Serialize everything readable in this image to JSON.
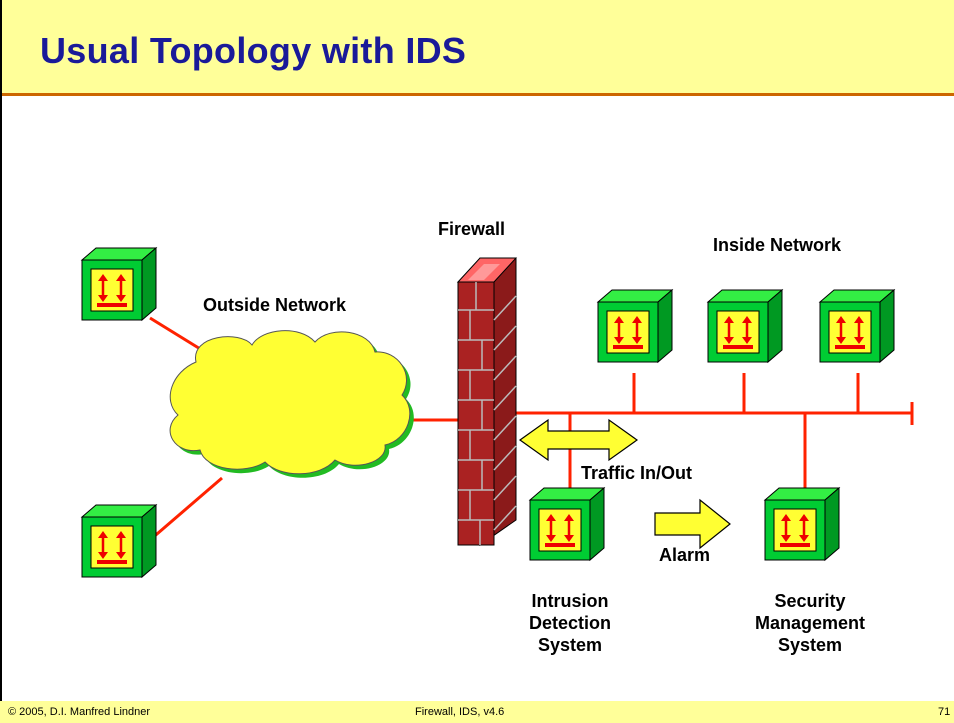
{
  "title": "Usual Topology with IDS",
  "labels": {
    "firewall": "Firewall",
    "outside_network": "Outside Network",
    "inside_network": "Inside Network",
    "traffic": "Traffic In/Out",
    "alarm": "Alarm",
    "ids": [
      "Intrusion",
      "Detection",
      "System"
    ],
    "sms": [
      "Security",
      "Management",
      "System"
    ]
  },
  "footer": {
    "left": "© 2005, D.I. Manfred Lindner",
    "center": "Firewall, IDS, v4.6",
    "page": "71"
  },
  "colors": {
    "title_bg": "#ffff99",
    "title_text": "#1a1a99",
    "title_rule": "#cc6600",
    "link": "#ff2200",
    "host_front": "#00cc33",
    "host_top": "#33ee44",
    "host_side": "#009922",
    "host_screen": "#ffff33",
    "cloud": "#ffff33",
    "brick": "#a52a2a"
  },
  "icons": [
    "host-icon",
    "cloud-icon",
    "firewall-brick-icon",
    "double-arrow-icon",
    "arrow-right-icon"
  ]
}
